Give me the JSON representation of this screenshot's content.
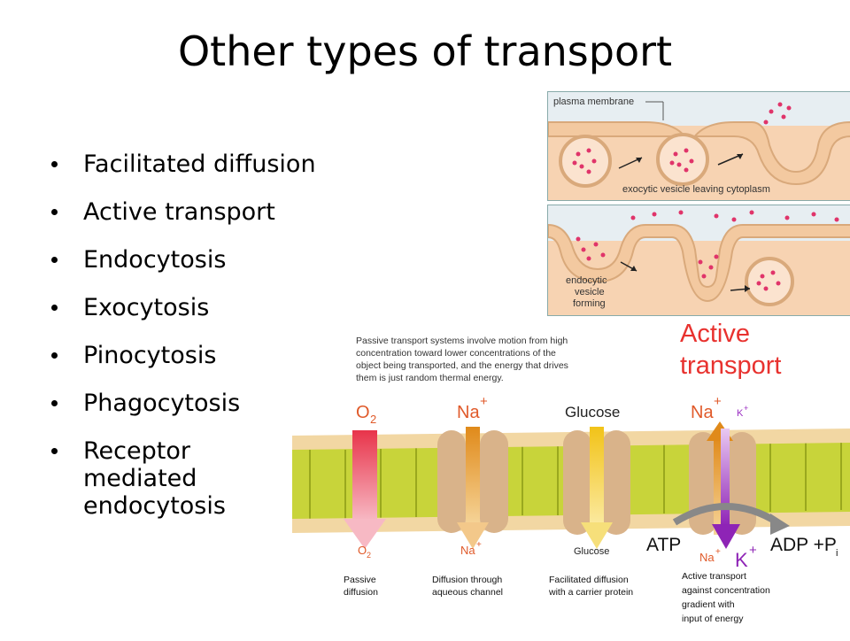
{
  "slide": {
    "title": "Other types of transport",
    "bullets": [
      "Facilitated diffusion",
      "Active transport",
      "Endocytosis",
      "Exocytosis",
      "Pinocytosis",
      "Phagocytosis",
      "Receptor mediated endocytosis"
    ]
  },
  "exocytosis_figure": {
    "membrane_label": "plasma membrane",
    "caption": "exocytic vesicle leaving cytoplasm"
  },
  "endocytosis_figure": {
    "caption_line1": "endocytic",
    "caption_line2": "vesicle",
    "caption_line3": "forming"
  },
  "transport_diagram": {
    "heading_line1": "Active",
    "heading_line2": "transport",
    "passive_note_line1": "Passive transport systems involve motion from high",
    "passive_note_line2": "concentration toward lower concentrations of the",
    "passive_note_line3": "object being transported, and the energy that drives",
    "passive_note_line4": "them is just random thermal energy.",
    "top_labels": {
      "o2": "O",
      "o2_sub": "2",
      "na": "Na",
      "na_sup": "+",
      "glucose": "Glucose",
      "na2": "Na",
      "na2_sup": "+",
      "k": "K",
      "k_sup": "+"
    },
    "bottom_labels": {
      "o2": "O",
      "o2_sub": "2",
      "na": "Na",
      "na_sup": "+",
      "glucose": "Glucose",
      "na2": "Na",
      "na2_sup": "+",
      "k": "K",
      "k_sup": "+"
    },
    "atp": "ATP",
    "adp": "ADP +P",
    "adp_sub": "i",
    "captions": {
      "passive_1": "Passive",
      "passive_2": "diffusion",
      "channel_1": "Diffusion through",
      "channel_2": "aqueous channel",
      "carrier_1": "Facilitated diffusion",
      "carrier_2": "with a carrier protein",
      "active_1": "Active transport",
      "active_2": "against concentration",
      "active_3": "gradient with",
      "active_4": "input of energy"
    },
    "colors": {
      "heading": "#e8322f",
      "membrane_head": "#f2d7a3",
      "membrane_tail": "#c8d43a",
      "o2_arrow": "#e8344a",
      "na_arrow": "#e08a1a",
      "glucose_arrow": "#f2c318",
      "k_arrow": "#9a2ec2"
    }
  }
}
